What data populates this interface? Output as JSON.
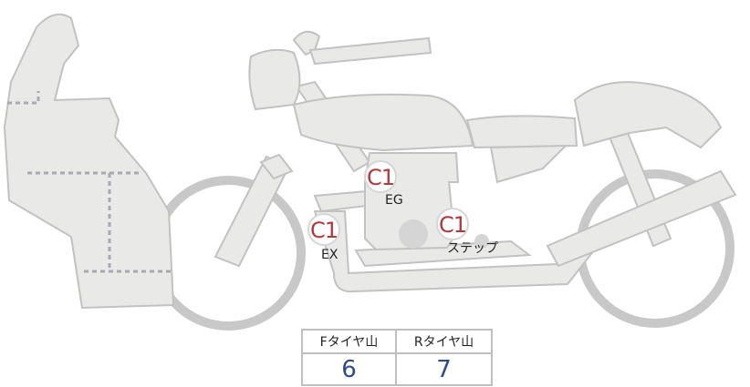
{
  "markers": [
    {
      "code": "C1",
      "label": "EG"
    },
    {
      "code": "C1",
      "label": "EX"
    },
    {
      "code": "C1",
      "label": "ステップ"
    }
  ],
  "tire_table": {
    "front_header": "Fタイヤ山",
    "rear_header": "Rタイヤ山",
    "front_value": "6",
    "rear_value": "7"
  },
  "colors": {
    "body": "#e9e9e7",
    "outline": "#c2c2c2",
    "marker_text": "#b3373d",
    "value_text": "#2e4a8b"
  }
}
